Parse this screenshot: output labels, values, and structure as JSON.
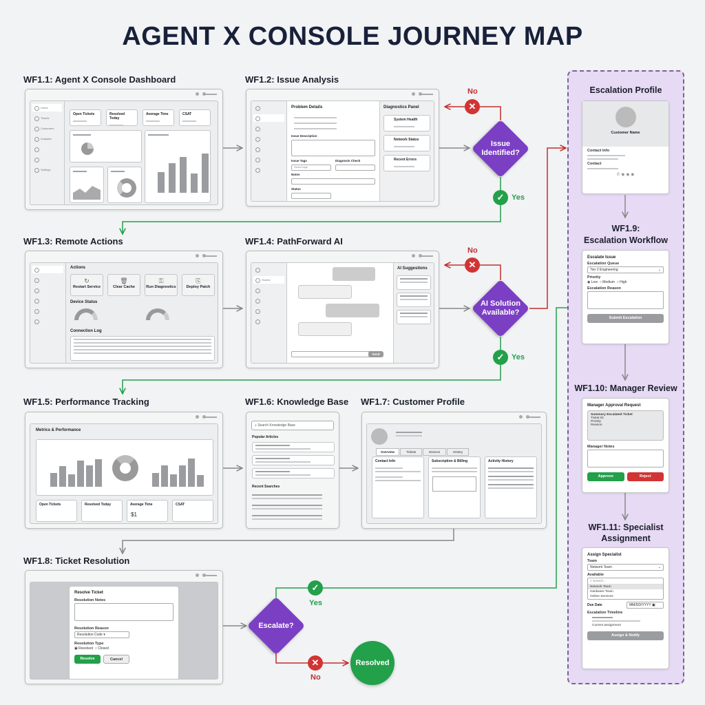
{
  "title": "AGENT X CONSOLE JOURNEY MAP",
  "workflows": {
    "wf11": {
      "label": "WF1.1: Agent X Console Dashboard",
      "nav": [
        "Home",
        "Tickets",
        "Customers",
        "Analytics",
        "",
        "",
        "Settings"
      ],
      "kpis": [
        "Open Tickets",
        "Resolved Today",
        "Average Time",
        "CSAT"
      ]
    },
    "wf12": {
      "label": "WF1.2: Issue Analysis",
      "heading": "Problem Details",
      "field_issue": "Issue Description",
      "field_tags": "Issue Tags",
      "field_tags_ph": "Select tags",
      "field_category": "Diagnosis Check",
      "field_notes": "Notes",
      "field_status": "Status",
      "panel": "Diagnostics Panel",
      "checks": [
        "System Health",
        "Network Status",
        "Recent Errors"
      ]
    },
    "wf13": {
      "label": "WF1.3: Remote Actions",
      "actions_title": "Actions",
      "actions": [
        "Restart Service",
        "Clear Cache",
        "Run Diagnostics",
        "Deploy Patch"
      ],
      "status_title": "Device Status",
      "log_title": "Connection Log"
    },
    "wf14": {
      "label": "WF1.4: PathForward AI",
      "nav_active": "Tickets",
      "suggestions_title": "AI Suggestions",
      "send": "Send"
    },
    "wf15": {
      "label": "WF1.5: Performance Tracking",
      "heading": "Metrics & Performance",
      "kpis": [
        "Open Tickets",
        "Resolved Today",
        "Average Time",
        "CSAT"
      ],
      "avg_value": "$1"
    },
    "wf16": {
      "label": "WF1.6: Knowledge Base",
      "search_ph": "Search Knowledge Base",
      "popular": "Popular Articles",
      "recent": "Recent Searches"
    },
    "wf17": {
      "label": "WF1.7: Customer Profile",
      "tabs": [
        "Overview",
        "Tickets",
        "Devices",
        "History"
      ],
      "sections": [
        "Contact Info",
        "Subscription & Billing",
        "Activity History"
      ]
    },
    "wf18": {
      "label": "WF1.8: Ticket Resolution",
      "heading": "Resolve Ticket",
      "notes": "Resolution Notes",
      "reason": "Resolution Reason",
      "reason_value": "Resolution Code",
      "type": "Resolution Type",
      "opt1": "Resolved",
      "opt2": "Closed",
      "resolve": "Resolve",
      "cancel": "Cancel"
    }
  },
  "decisions": {
    "d1": "Issue Identified?",
    "d2": "AI Solution Available?",
    "d3": "Escalate?",
    "yes": "Yes",
    "no": "No",
    "resolved": "Resolved"
  },
  "escalation": {
    "title": "Escalation Profile",
    "profile": {
      "name": "Customer Name",
      "contact_info": "Contact Info",
      "contact": "Contact"
    },
    "wf19": {
      "label_a": "WF1.9:",
      "label_b": "Escalation Workflow",
      "heading": "Escalate Issue",
      "dest": "Escalation Queue",
      "dest_value": "Tier 2 Engineering",
      "priority": "Priority",
      "priorities": [
        "Low",
        "Medium",
        "High"
      ],
      "reason": "Escalation Reason",
      "submit": "Submit Escalation"
    },
    "wf110": {
      "label": "WF1.10: Manager Review",
      "heading": "Manager Approval Request",
      "summary": "Summary Escalated Ticket",
      "rows": [
        "Ticket ID",
        "Priority",
        "Reason"
      ],
      "notes": "Manager Notes",
      "approve": "Approve",
      "reject": "Reject"
    },
    "wf111": {
      "label_a": "WF1.11: Specialist",
      "label_b": "Assignment",
      "heading": "Assign Specialist",
      "team": "Team",
      "team_value": "Network Team",
      "avail": "Available",
      "search_ph": "Search...",
      "people": [
        "Network Team",
        "Hardware Team",
        "Online Services"
      ],
      "due": "Due Date",
      "due_value": "MM/DD/YYYY",
      "timeline": "Escalation Timeline",
      "timeline_item": "Current assignment",
      "assign": "Assign & Notify"
    }
  },
  "colors": {
    "decision": "#7b3fc4",
    "yes": "#23a04a",
    "no": "#d13434",
    "escalation_bg": "#e7daf4"
  }
}
